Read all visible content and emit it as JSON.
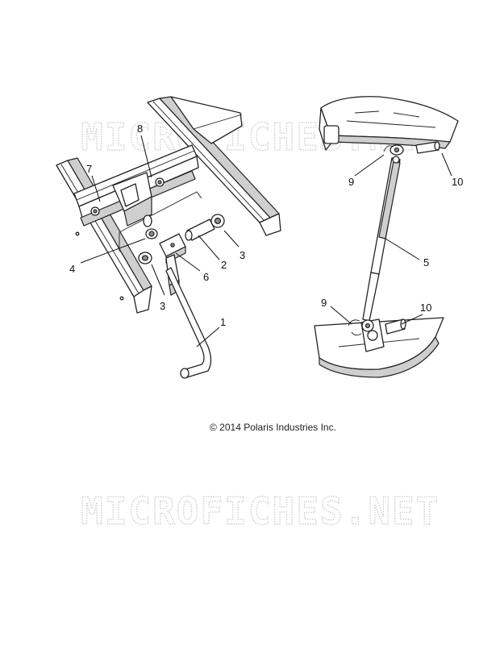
{
  "watermark": {
    "top_text": "MICROFICHES.NET",
    "bottom_text": "MICROFICHES.NET"
  },
  "callouts": {
    "c1": "1",
    "c2": "2",
    "c3a": "3",
    "c3b": "3",
    "c4": "4",
    "c5": "5",
    "c6": "6",
    "c7": "7",
    "c8": "8",
    "c9a": "9",
    "c9b": "9",
    "c10a": "10",
    "c10b": "10"
  },
  "copyright": "© 2014 Polaris Industries Inc."
}
